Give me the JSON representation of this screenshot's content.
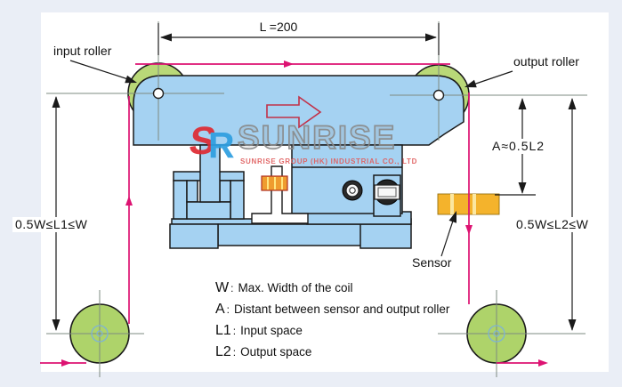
{
  "page": {
    "background": "#eaeef6",
    "canvas": "#ffffff"
  },
  "watermark": {
    "logo_letter_1": "S",
    "logo_letter_2": "R",
    "brand": "SUNRISE",
    "tagline": "SUNRISE GROUP (HK) INDUSTRIAL CO., LTD",
    "brand_color": "#8a8a8a",
    "logo_red": "#df2b33",
    "logo_blue": "#2f9fe0",
    "tagline_color": "#e06060"
  },
  "callouts": {
    "input_roller": "input roller",
    "output_roller": "output roller",
    "sensor": "Sensor"
  },
  "dimensions": {
    "roller_spacing": "L =200",
    "sensor_distance": "A≈0.5L2",
    "input_space_range": "0.5W≤L1≤W",
    "output_space_range": "0.5W≤L2≤W"
  },
  "legend": {
    "colon": ":",
    "rows": [
      {
        "symbol": "W",
        "desc": "Max. Width of the coil"
      },
      {
        "symbol": "A",
        "desc": "Distant between sensor and output roller"
      },
      {
        "symbol": "L1",
        "desc": "Input space"
      },
      {
        "symbol": "L2",
        "desc": "Output space"
      }
    ]
  },
  "colors": {
    "machine_blue": "#a5d2f2",
    "roller_green": "#b9d878",
    "bottom_roller_green": "#aed36a",
    "sensor_orange": "#f4b32c",
    "sensor_stripe": "#fbe7a0",
    "strip_magenta": "#dd1372",
    "flow_arrow_red": "#c23148",
    "outline": "#1a1a1a",
    "centerline_gray": "#7e8b80"
  }
}
